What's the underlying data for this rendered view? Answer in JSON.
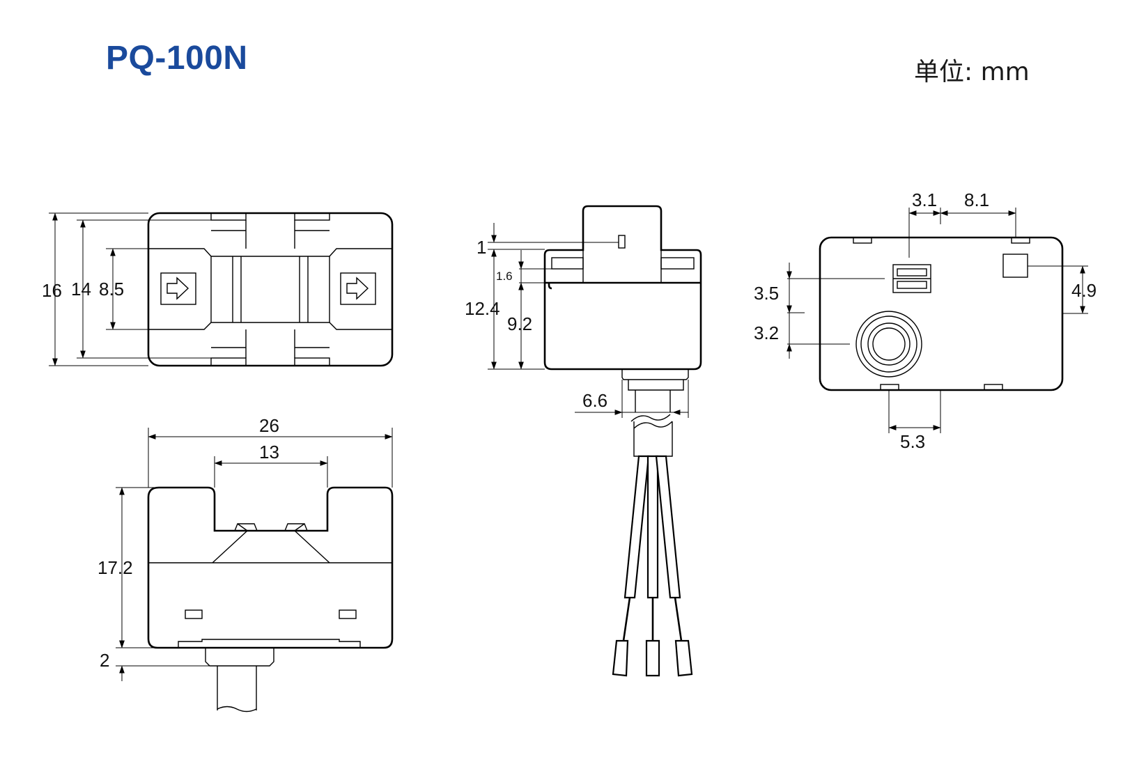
{
  "title": "PQ-100N",
  "unit_label": "单位: mm",
  "colors": {
    "title": "#1a4a9c",
    "line": "#000000"
  },
  "views": {
    "top": {
      "dims": {
        "h16": "16",
        "h14": "14",
        "h85": "8.5"
      }
    },
    "front": {
      "dims": {
        "w26": "26",
        "w13": "13",
        "h172": "17.2",
        "h2": "2"
      }
    },
    "side": {
      "dims": {
        "d1": "1",
        "d16": "1.6",
        "d124": "12.4",
        "d92": "9.2",
        "d66": "6.6"
      }
    },
    "back": {
      "dims": {
        "d31": "3.1",
        "d81": "8.1",
        "d35": "3.5",
        "d32": "3.2",
        "d49": "4.9",
        "d53": "5.3"
      }
    }
  }
}
